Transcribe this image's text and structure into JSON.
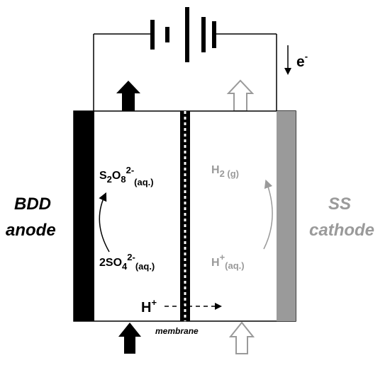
{
  "colors": {
    "black": "#000000",
    "gray": "#9a9a9a",
    "white": "#ffffff"
  },
  "labels": {
    "electron": {
      "base": "e",
      "sup": "-"
    },
    "anode_line1": "BDD",
    "anode_line2": "anode",
    "cathode_line1": "SS",
    "cathode_line2": "cathode",
    "persulfate": {
      "base1": "S",
      "sub1": "2",
      "base2": "O",
      "sub2": "8",
      "sup": "2-",
      "sub3": "(aq.)"
    },
    "sulfate": {
      "base1": "2SO",
      "sub1": "4",
      "sup": "2-",
      "sub2": "(aq.)"
    },
    "hydrogen_gas": {
      "base": "H",
      "sub": "2 (g)"
    },
    "proton_aq": {
      "base": "H",
      "sup": "+",
      "sub": "(aq.)"
    },
    "proton_membrane": {
      "base": "H",
      "sup": "+"
    },
    "membrane": "membrane"
  },
  "icons": {
    "battery": "battery-icon",
    "electron_flow": "down-arrow-icon",
    "anode_outflow": "filled-up-arrow-icon",
    "cathode_outflow": "hollow-up-arrow-icon",
    "anode_inflow": "filled-up-arrow-icon",
    "cathode_inflow": "hollow-up-arrow-icon"
  }
}
